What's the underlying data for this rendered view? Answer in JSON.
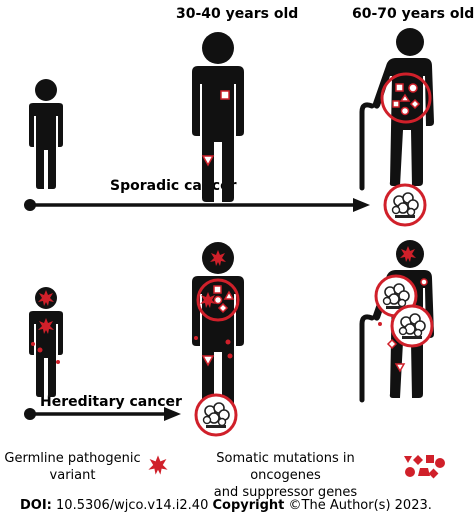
{
  "header": {
    "age_middle": "30-40 years old",
    "age_old": "60-70 years old"
  },
  "timelines": {
    "sporadic_label": "Sporadic cancer",
    "hereditary_label": "Hereditary cancer"
  },
  "legend": {
    "germline_line1": "Germline pathogenic",
    "germline_line2": "variant",
    "somatic_line1": "Somatic mutations in oncogenes",
    "somatic_line2": "and suppressor genes"
  },
  "footer": {
    "doi_label": "DOI:",
    "doi_value": "10.5306/wjco.v14.i2.40",
    "copyright_label": "Copyright",
    "copyright_text": "©The Author(s) 2023."
  },
  "colors": {
    "figure": "#111111",
    "mutation": "#d0202a",
    "background": "#ffffff"
  },
  "icons": {
    "person": "person-icon",
    "elder": "elderly-person-with-cane-icon",
    "germline": "red-star-burst-icon",
    "somatic": "red-shapes-icon",
    "tumor": "tumor-cluster-icon"
  }
}
